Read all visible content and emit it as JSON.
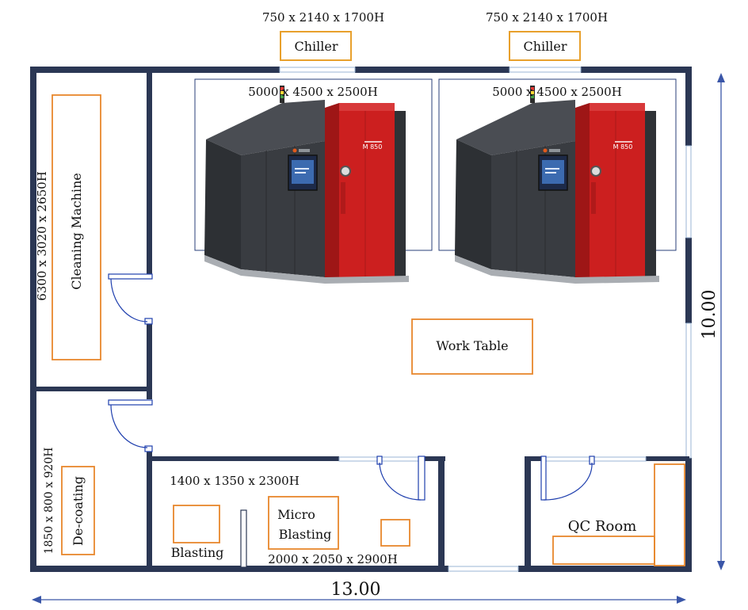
{
  "chillers": [
    {
      "dims": "750 x 2140 x 1700H",
      "label": "Chiller"
    },
    {
      "dims": "750 x 2140 x 1700H",
      "label": "Chiller"
    }
  ],
  "printers": [
    {
      "dims": "5000 x 4500 x 2500H",
      "badge": "M 850"
    },
    {
      "dims": "5000 x 4500 x 2500H",
      "badge": "M 850"
    }
  ],
  "cleaning": {
    "label": "Cleaning Machine",
    "dims": "6300 x 3020 x 2650H"
  },
  "work_table": {
    "label": "Work Table"
  },
  "decoating": {
    "label": "De-coating",
    "dims": "1850 x 800 x 920H"
  },
  "blasting": {
    "label": "Blasting",
    "dims": "1400 x 1350 x 2300H"
  },
  "micro_blasting": {
    "label_line1": "Micro",
    "label_line2": "Blasting",
    "dims": "2000 x 2050 x 2900H"
  },
  "qc_room": {
    "label": "QC Room"
  },
  "dimensions": {
    "width": "13.00",
    "height": "10.00"
  },
  "colors": {
    "wall": "#2b3754",
    "equipment": "#e8872c",
    "door": "#1f3fae",
    "printer_red": "#cc1f1f",
    "printer_dark": "#3a3d42",
    "arrow": "#3a56a8"
  }
}
